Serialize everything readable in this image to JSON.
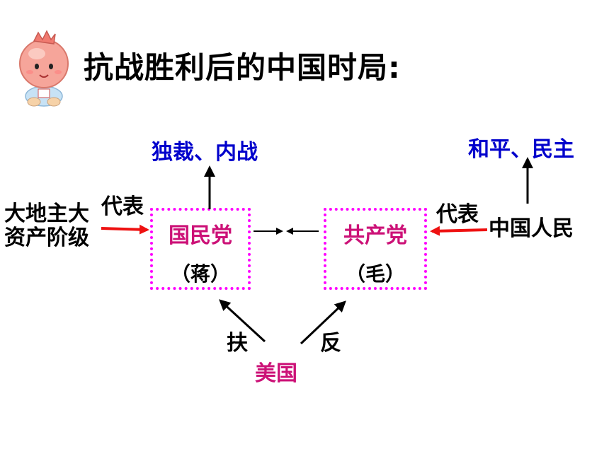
{
  "title": "抗战胜利后的中国时局:",
  "mascot_icon": "cartoon-mascot-icon",
  "kmt": {
    "name": "国民党",
    "leader": "（蒋）",
    "goal": "独裁、内战",
    "represents": "大地主大资产阶级",
    "represents_line1": "大地主大",
    "represents_line2": "资产阶级",
    "rep_label": "代表"
  },
  "ccp": {
    "name": "共产党",
    "leader": "（毛）",
    "goal": "和平、民主",
    "represents": "中国人民",
    "rep_label": "代表"
  },
  "usa": {
    "name": "美国",
    "support_label": "扶",
    "oppose_label": "反"
  },
  "colors": {
    "blue_text": "#0000cc",
    "magenta_text": "#cc1177",
    "box_border": "#ff00ff",
    "red_arrow": "#ee1111"
  }
}
